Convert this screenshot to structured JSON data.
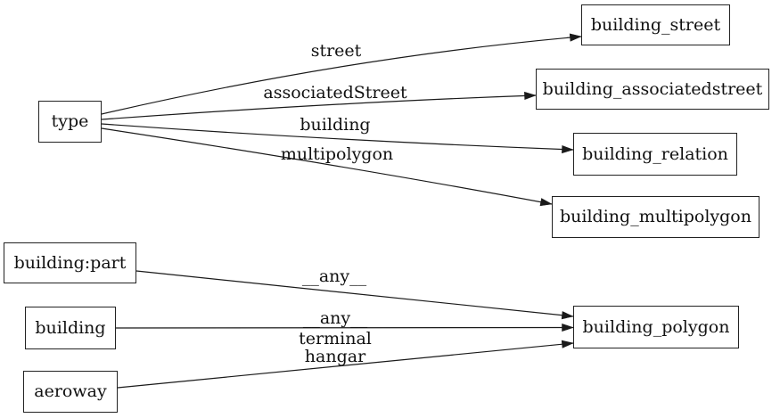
{
  "diagram": {
    "description": "Tag-to-table mapping graph",
    "background_color": "#ffffff",
    "line_color": "#1a1a1a",
    "text_color": "#111111"
  },
  "nodes": [
    {
      "id": "type",
      "label": "type"
    },
    {
      "id": "building_part",
      "label": "building:part"
    },
    {
      "id": "building",
      "label": "building"
    },
    {
      "id": "aeroway",
      "label": "aeroway"
    },
    {
      "id": "building_street",
      "label": "building_street"
    },
    {
      "id": "building_associatedstreet",
      "label": "building_associatedstreet"
    },
    {
      "id": "building_relation",
      "label": "building_relation"
    },
    {
      "id": "building_multipolygon",
      "label": "building_multipolygon"
    },
    {
      "id": "building_polygon",
      "label": "building_polygon"
    }
  ],
  "edges": [
    {
      "from": "type",
      "to": "building_street",
      "label": "street"
    },
    {
      "from": "type",
      "to": "building_associatedstreet",
      "label": "associatedStreet"
    },
    {
      "from": "type",
      "to": "building_relation",
      "label": "building"
    },
    {
      "from": "type",
      "to": "building_multipolygon",
      "label": "multipolygon"
    },
    {
      "from": "building:part",
      "to": "building_polygon",
      "label": "__any__"
    },
    {
      "from": "building",
      "to": "building_polygon",
      "label": "__any__"
    },
    {
      "from": "aeroway",
      "to": "building_polygon",
      "label": "terminal\nhangar"
    }
  ]
}
